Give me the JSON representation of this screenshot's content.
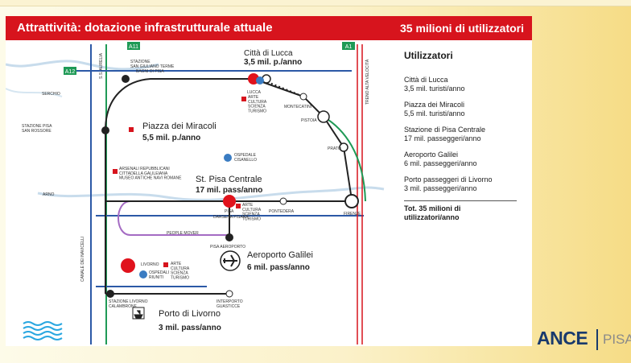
{
  "header": {
    "title": "Attrattività: dotazione infrastrutturale attuale",
    "total": "35 milioni di utilizzatori"
  },
  "map": {
    "lucca_title": "Città di Lucca",
    "lucca_value": "3,5 mil. p./anno",
    "lucca_small": "LUCCA",
    "miracoli_title": "Piazza dei Miracoli",
    "miracoli_value": "5,5 mil. p./anno",
    "stazione_centrale_title": "St. Pisa Centrale",
    "stazione_centrale_value": "17 mil. pass/anno",
    "aeroporto_title": "Aeroporto Galilei",
    "aeroporto_value": "6 mil. pass/anno",
    "porto_title": "Porto di Livorno",
    "porto_value": "3 mil. pass/anno",
    "labels": {
      "a11": "A11",
      "a12": "A12",
      "a1": "A1",
      "aurelia": "S.S. AURELIA",
      "san_giuliano": "STAZIONE\nSAN GIULIANO TERME",
      "bagni": "BAGNI DI PISA",
      "serchio": "SERCHIO",
      "stazione_san_rossore": "STAZIONE PISA\nSAN ROSSORE",
      "montecatini": "MONTECATINI",
      "pistoia": "PISTOIA",
      "prato": "PRATO",
      "firenze": "FIRENZE",
      "pontedera": "PONTEDERA",
      "pisa": "PISA",
      "arno": "ARNO",
      "people_mover": "PEOPLE MOVER",
      "pisa_aeroporto": "PISA AEROPORTO",
      "livorno": "LIVORNO",
      "stazione_livorno": "STAZIONE LIVORNO\nCALAMBRONE",
      "interporto": "INTERPORTO\nGUASTICCE",
      "canale": "CANALE DEI NAVICELLI",
      "treno_av": "TRENO ALTA VELOCITÀ",
      "arte_lucca": "ARTE\nCULTURA\nSCIENZA\nTURISMO",
      "arte_pisa": "ARTE\nCULTURA\nSCIENZA\nTURISMO",
      "arte_livorno": "ARTE\nCULTURA\nSCIENZA\nTURISMO",
      "ospedale": "OSPEDALE\nCISANELLO",
      "arsenali": "ARSENALI REPUBBLICANI\nCITTADELLA GALILEIANA\nMUSEO ANTICHE NAVI ROMANE",
      "ospedali_livorno": "OSPEDALI\nRIUNITI",
      "darsena": "DARSENA PISANA"
    }
  },
  "legend": {
    "heading": "Utilizzatori",
    "entries": [
      {
        "name": "Città di Lucca",
        "value": "3,5 mil. turisti/anno"
      },
      {
        "name": "Piazza dei Miracoli",
        "value": "5,5 mil. turisti/anno"
      },
      {
        "name": "Stazione di Pisa Centrale",
        "value": "17 mil. passeggeri/anno"
      },
      {
        "name": "Aeroporto Galilei",
        "value": "6 mil. passeggeri/anno"
      },
      {
        "name": "Porto passeggeri di Livorno",
        "value": "3 mil. passeggeri/anno"
      }
    ],
    "total": "Tot. 35 milioni di utilizzatori/anno"
  },
  "brand": {
    "logo": "ANCE",
    "city": "PISA"
  }
}
